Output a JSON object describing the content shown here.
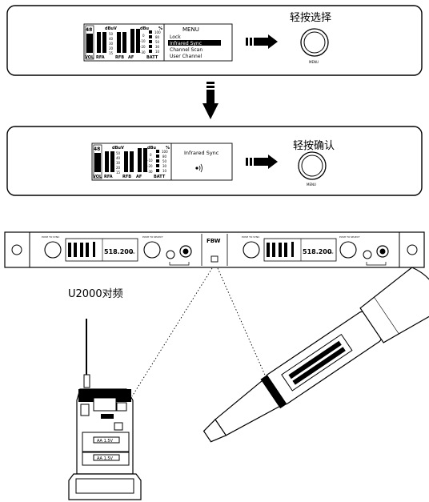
{
  "panel1": {
    "vol_value": "48",
    "vol_label": "VOL",
    "dbuv_unit": "dBuV",
    "dbuv_ticks": [
      "50",
      "40",
      "30",
      "20",
      "15"
    ],
    "rfa_label": "RFA",
    "rfb_label": "RFB",
    "dbu_unit": "dBu",
    "dbu_ticks": [
      "0",
      "-10",
      "-20",
      "-30"
    ],
    "af_label": "AF",
    "pct_unit": "%",
    "pct_ticks": [
      "100",
      "80",
      "50",
      "30",
      "10"
    ],
    "batt_label": "BATT",
    "menu_title": "MENU",
    "menu_items": [
      "Lock",
      "Infrared Sync",
      "Channel Scan",
      "User Channel"
    ],
    "menu_selected_index": 1,
    "action_label": "轻按选择",
    "knob_label": "MENU"
  },
  "panel2": {
    "vol_value": "48",
    "vol_label": "VOL",
    "dbuv_unit": "dBuV",
    "dbuv_ticks": [
      "50",
      "40",
      "30",
      "20",
      "15"
    ],
    "rfa_label": "RFA",
    "rfb_label": "RFB",
    "dbu_unit": "dBu",
    "dbu_ticks": [
      "0",
      "-10",
      "-20",
      "-30"
    ],
    "af_label": "AF",
    "pct_unit": "%",
    "pct_ticks": [
      "100",
      "80",
      "50",
      "30",
      "10"
    ],
    "batt_label": "BATT",
    "screen_title": "Infrared Sync",
    "action_label": "轻按确认",
    "knob_label": "MENU"
  },
  "rack": {
    "brand": "FBW",
    "freq_left": "518.200",
    "freq_right": "518.200",
    "mhz": "MHz",
    "push_labels": [
      "PUSH TO SYNC",
      "PUSH TO SELECT",
      "PUSH TO SYNC",
      "PUSH TO SELECT"
    ]
  },
  "caption": "U2000对频",
  "bodypack": {
    "label1": "AA 1.5V",
    "label2": "AA 1.5V"
  },
  "colors": {
    "ink": "#000000",
    "paper": "#ffffff",
    "grey": "#cccccc"
  }
}
